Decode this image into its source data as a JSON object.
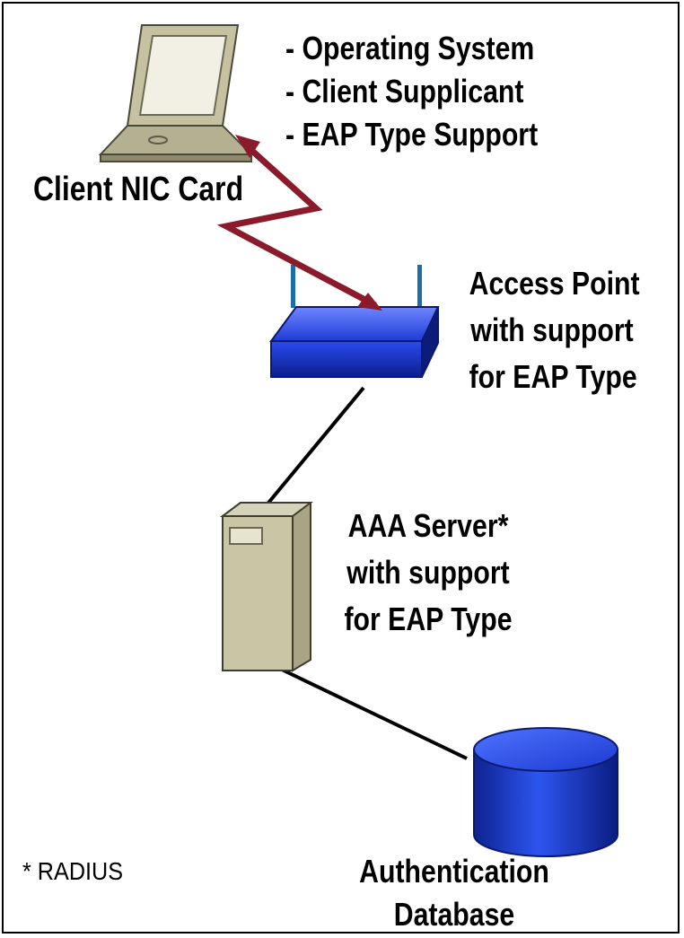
{
  "bullets": [
    "- Operating System",
    "- Client Supplicant",
    "- EAP Type Support"
  ],
  "client_label": "Client NIC Card",
  "access_point_label": [
    "Access Point",
    "with support",
    "for EAP Type"
  ],
  "server_label": [
    "AAA Server*",
    "with support",
    "for EAP Type"
  ],
  "database_label": [
    "Authentication",
    "Database"
  ],
  "footnote": "* RADIUS",
  "colors": {
    "wireless_link": "#8b1a2b",
    "access_point_blue": "#1f3fd0",
    "server_beige": "#c9c6a6",
    "database_blue": "#1a3cc8"
  }
}
